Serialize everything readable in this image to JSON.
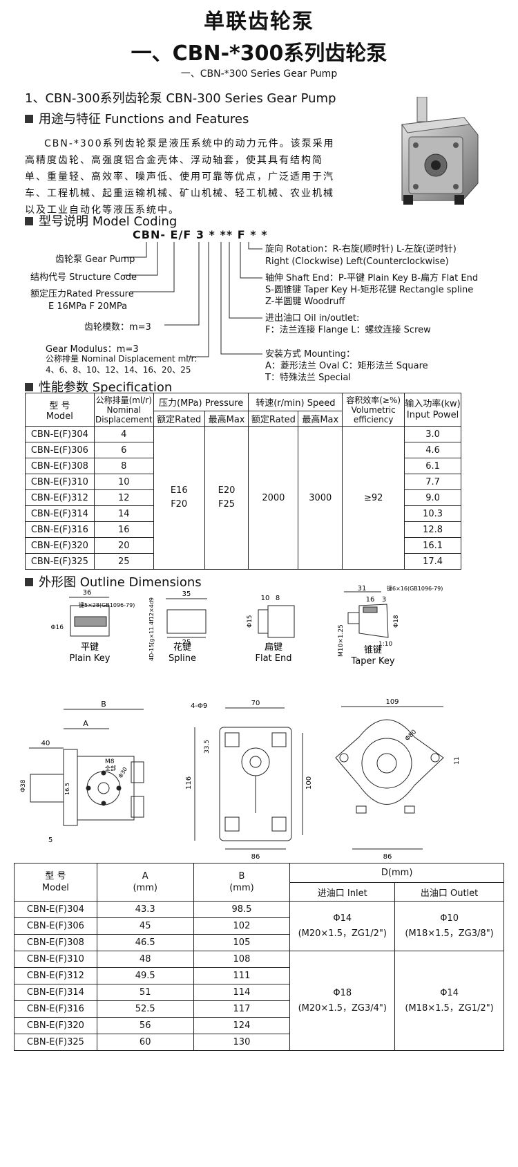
{
  "title": "单联齿轮泵",
  "subtitle": "一、CBN-*300系列齿轮泵",
  "subtitle_en": "一、CBN-*300 Series Gear Pump",
  "section1": {
    "heading": "1、CBN-300系列齿轮泵 CBN-300 Series Gear Pump"
  },
  "functions": {
    "heading": "用途与特征 Functions and Features",
    "text": "CBN-*300系列齿轮泵是液压系统中的动力元件。该泵采用高精度齿轮、高强度铝合金壳体、浮动轴套，使其具有结构简单、重量轻、高效率、噪声低、使用可靠等优点，广泛适用于汽车、工程机械、起重运输机械、矿山机械、轻工机械、农业机械以及工业自动化等液压系统中。"
  },
  "coding": {
    "heading": "型号说明 Model Coding",
    "code": "CBN- E/F 3 * ** F * *",
    "left": {
      "gear_pump": "齿轮泵 Gear Pump",
      "structure_code": "结构代号 Structure Code",
      "rated_pressure": "额定压力Rated Pressure",
      "pressure_values": "E 16MPa F 20MPa",
      "gear_modulus_cn": "齿轮模数：m=3",
      "gear_modulus_en": "Gear Modulus：m=3",
      "displacement": "公称排量 Nominal Displacement ml/r:",
      "displacement_values": "4、6、8、10、12、14、16、20、25"
    },
    "right": {
      "rotation_1": "旋向 Rotation：R-右旋(顺时针) L-左旋(逆时针)",
      "rotation_2": "Right (Clockwise)  Left(Counterclockwise)",
      "shaft_1": "轴伸 Shaft End：P-平键 Plain Key B-扁方 Flat End",
      "shaft_2": "S-圆锥键 Taper Key  H-矩形花键 Rectangle spline",
      "shaft_3": "Z-半圆键 Woodruff",
      "oil_1": "进出油口 Oil in/outlet:",
      "oil_2": "F：法兰连接 Flange  L：螺纹连接 Screw",
      "mount_1": "安装方式 Mounting：",
      "mount_2": "A：菱形法兰 Oval  C：矩形法兰 Square",
      "mount_3": "T：特殊法兰 Special"
    }
  },
  "spec": {
    "heading": "性能参数 Specification",
    "h_model_cn": "型 号",
    "h_model_en": "Model",
    "h_disp_1": "公称排量(ml/r)",
    "h_disp_2": "Nominal",
    "h_disp_3": "Displacement",
    "h_pressure": "压力(MPa) Pressure",
    "h_rated": "额定Rated",
    "h_max": "最高Max",
    "h_speed": "转速(r/min) Speed",
    "h_speed_rated": "额定Rated",
    "h_speed_max": "最高Max",
    "h_eff_1": "容积效率(≥%)",
    "h_eff_2": "Volumetric",
    "h_eff_3": "efficiency",
    "h_power_1": "输入功率(kw)",
    "h_power_2": "Input Powel",
    "rated_pressure_1": "E16",
    "rated_pressure_2": "F20",
    "max_pressure_1": "E20",
    "max_pressure_2": "F25",
    "rated_speed": "2000",
    "max_speed": "3000",
    "efficiency": "≥92",
    "rows": [
      {
        "model": "CBN-E(F)304",
        "disp": "4",
        "power": "3.0"
      },
      {
        "model": "CBN-E(F)306",
        "disp": "6",
        "power": "4.6"
      },
      {
        "model": "CBN-E(F)308",
        "disp": "8",
        "power": "6.1"
      },
      {
        "model": "CBN-E(F)310",
        "disp": "10",
        "power": "7.7"
      },
      {
        "model": "CBN-E(F)312",
        "disp": "12",
        "power": "9.0"
      },
      {
        "model": "CBN-E(F)314",
        "disp": "14",
        "power": "10.3"
      },
      {
        "model": "CBN-E(F)316",
        "disp": "16",
        "power": "12.8"
      },
      {
        "model": "CBN-E(F)320",
        "disp": "20",
        "power": "16.1"
      },
      {
        "model": "CBN-E(F)325",
        "disp": "25",
        "power": "17.4"
      }
    ]
  },
  "outline": {
    "heading": "外形图 Outline Dimensions",
    "plain_cn": "平键",
    "plain_en": "Plain Key",
    "spline_cn": "花键",
    "spline_en": "Spline",
    "flat_cn": "扁键",
    "flat_en": "Flat End",
    "taper_cn": "锥键",
    "taper_en": "Taper Key",
    "d_36": "36",
    "d_key1": "键5×28(GB1096-79)",
    "d_phi16": "Φ16",
    "d_35": "35",
    "d_25": "25",
    "d_spline": "4D-15[g×11.4f12×4d9",
    "d_10": "10",
    "d_8": "8",
    "d_phi15": "Φ15",
    "d_31": "31",
    "d_16": "16",
    "d_3": "3",
    "d_key2": "键6×16(GB1096-79)",
    "d_m10": "M10×1.25",
    "d_phi18": "Φ18",
    "d_110": "1:10",
    "B": "B",
    "A": "A",
    "d_40": "40",
    "d_phi38": "Φ38",
    "d_165": "16.5",
    "d_m8a": "M8",
    "d_m8b": "全部",
    "d_phi30": "Φ30",
    "d_5": "5",
    "d_4phi9": "4-Φ9",
    "d_70": "70",
    "d_335": "33.5",
    "d_116": "116",
    "d_100": "100",
    "d_86a": "86",
    "d_109": "109",
    "d_phi80": "Φ80",
    "d_11": "11",
    "d_86b": "86"
  },
  "dims": {
    "h_model_cn": "型 号",
    "h_model_en": "Model",
    "h_a1": "A",
    "h_a2": "(mm)",
    "h_b1": "B",
    "h_b2": "(mm)",
    "h_d": "D(mm)",
    "h_inlet": "进油口 Inlet",
    "h_outlet": "出油口 Outlet",
    "inlet_1": "Φ14",
    "inlet_1b": "(M20×1.5，ZG1/2\")",
    "outlet_1": "Φ10",
    "outlet_1b": "(M18×1.5，ZG3/8\")",
    "inlet_2": "Φ18",
    "inlet_2b": "(M20×1.5，ZG3/4\")",
    "outlet_2": "Φ14",
    "outlet_2b": "(M18×1.5，ZG1/2\")",
    "rows": [
      {
        "model": "CBN-E(F)304",
        "a": "43.3",
        "b": "98.5"
      },
      {
        "model": "CBN-E(F)306",
        "a": "45",
        "b": "102"
      },
      {
        "model": "CBN-E(F)308",
        "a": "46.5",
        "b": "105"
      },
      {
        "model": "CBN-E(F)310",
        "a": "48",
        "b": "108"
      },
      {
        "model": "CBN-E(F)312",
        "a": "49.5",
        "b": "111"
      },
      {
        "model": "CBN-E(F)314",
        "a": "51",
        "b": "114"
      },
      {
        "model": "CBN-E(F)316",
        "a": "52.5",
        "b": "117"
      },
      {
        "model": "CBN-E(F)320",
        "a": "56",
        "b": "124"
      },
      {
        "model": "CBN-E(F)325",
        "a": "60",
        "b": "130"
      }
    ]
  }
}
